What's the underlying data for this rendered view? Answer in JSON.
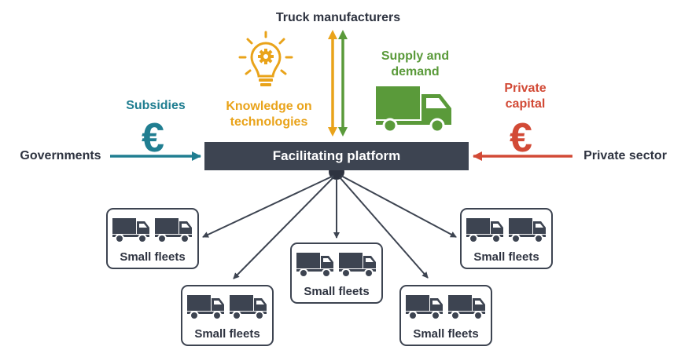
{
  "labels": {
    "truck_manufacturers": "Truck manufacturers",
    "supply_demand_1": "Supply and",
    "supply_demand_2": "demand",
    "knowledge_1": "Knowledge on",
    "knowledge_2": "technologies",
    "subsidies": "Subsidies",
    "private_capital_1": "Private",
    "private_capital_2": "capital",
    "governments": "Governments",
    "private_sector": "Private sector",
    "platform": "Facilitating platform",
    "euro": "€"
  },
  "fleets": [
    {
      "label": "Small fleets"
    },
    {
      "label": "Small fleets"
    },
    {
      "label": "Small fleets"
    },
    {
      "label": "Small fleets"
    },
    {
      "label": "Small fleets"
    }
  ],
  "colors": {
    "dark": "#3d4451",
    "teal": "#207e91",
    "orange": "#e9a31a",
    "green": "#5a9a3a",
    "red": "#d24a36"
  },
  "icons": [
    "lightbulb-gear-icon",
    "delivery-truck-icon",
    "euro-icon",
    "truck-icon"
  ]
}
